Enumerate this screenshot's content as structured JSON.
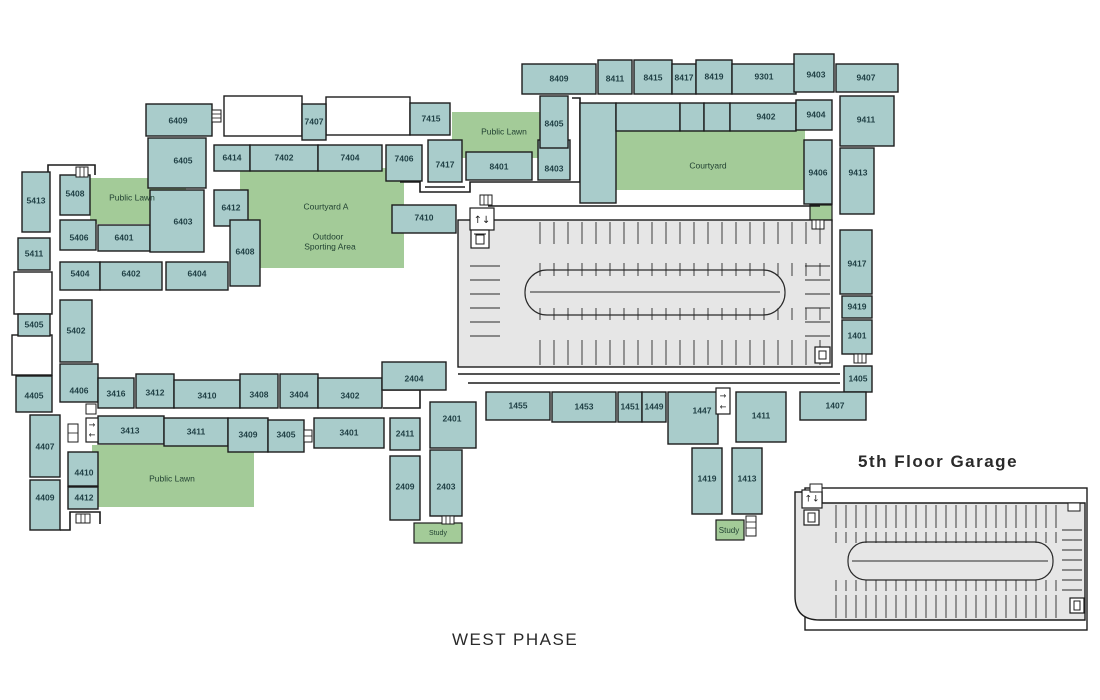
{
  "colors": {
    "unit": "#a9cccb",
    "lawn": "#a3cb98",
    "garage": "#e6e6e6",
    "outline": "#1c1c1c"
  },
  "titles": {
    "garage5": "5th Floor Garage",
    "phase": "WEST PHASE"
  },
  "green_labels": {
    "public_lawn_1": "Public Lawn",
    "public_lawn_2": "Public Lawn",
    "public_lawn_3": "Public Lawn",
    "courtyard_a": "Courtyard A",
    "sporting_1": "Outdoor",
    "sporting_2": "Sporting Area",
    "courtyard": "Courtyard",
    "study_1": "Study",
    "study_2": "Study"
  },
  "icons": [
    "elevator-icon",
    "trash-icon",
    "stairs-icon"
  ],
  "units": {
    "u5413": "5413",
    "u5408": "5408",
    "u5406": "5406",
    "u6401": "6401",
    "u6403": "6403",
    "u6405": "6405",
    "u6409": "6409",
    "u5411": "5411",
    "u5405": "5405",
    "u5404": "5404",
    "u6402": "6402",
    "u6404": "6404",
    "u5402": "5402",
    "u4406": "4406",
    "u4405": "4405",
    "u4407": "4407",
    "u4409": "4409",
    "u4410": "4410",
    "u4412": "4412",
    "u6414": "6414",
    "u6412": "6412",
    "u6408": "6408",
    "u7402": "7402",
    "u7404": "7404",
    "u7406": "7406",
    "u7407": "7407",
    "u7415": "7415",
    "u7417": "7417",
    "u7410": "7410",
    "u8401": "8401",
    "u8403": "8403",
    "u8405": "8405",
    "u8409": "8409",
    "u8411": "8411",
    "u8415": "8415",
    "u8417": "8417",
    "u8419": "8419",
    "u9301": "9301",
    "u9403": "9403",
    "u9407": "9407",
    "u9402": "9402",
    "u9404": "9404",
    "u9406": "9406",
    "u9411": "9411",
    "u9413": "9413",
    "u9417": "9417",
    "u9419": "9419",
    "u1401": "1401",
    "u1405": "1405",
    "u1407": "1407",
    "u1411": "1411",
    "u1413": "1413",
    "u1419": "1419",
    "u1447": "1447",
    "u1449": "1449",
    "u1451": "1451",
    "u1453": "1453",
    "u1455": "1455",
    "u2401": "2401",
    "u2403": "2403",
    "u2404": "2404",
    "u2409": "2409",
    "u2411": "2411",
    "u3401": "3401",
    "u3402": "3402",
    "u3404": "3404",
    "u3405": "3405",
    "u3408": "3408",
    "u3409": "3409",
    "u3410": "3410",
    "u3411": "3411",
    "u3412": "3412",
    "u3413": "3413",
    "u3416": "3416"
  }
}
